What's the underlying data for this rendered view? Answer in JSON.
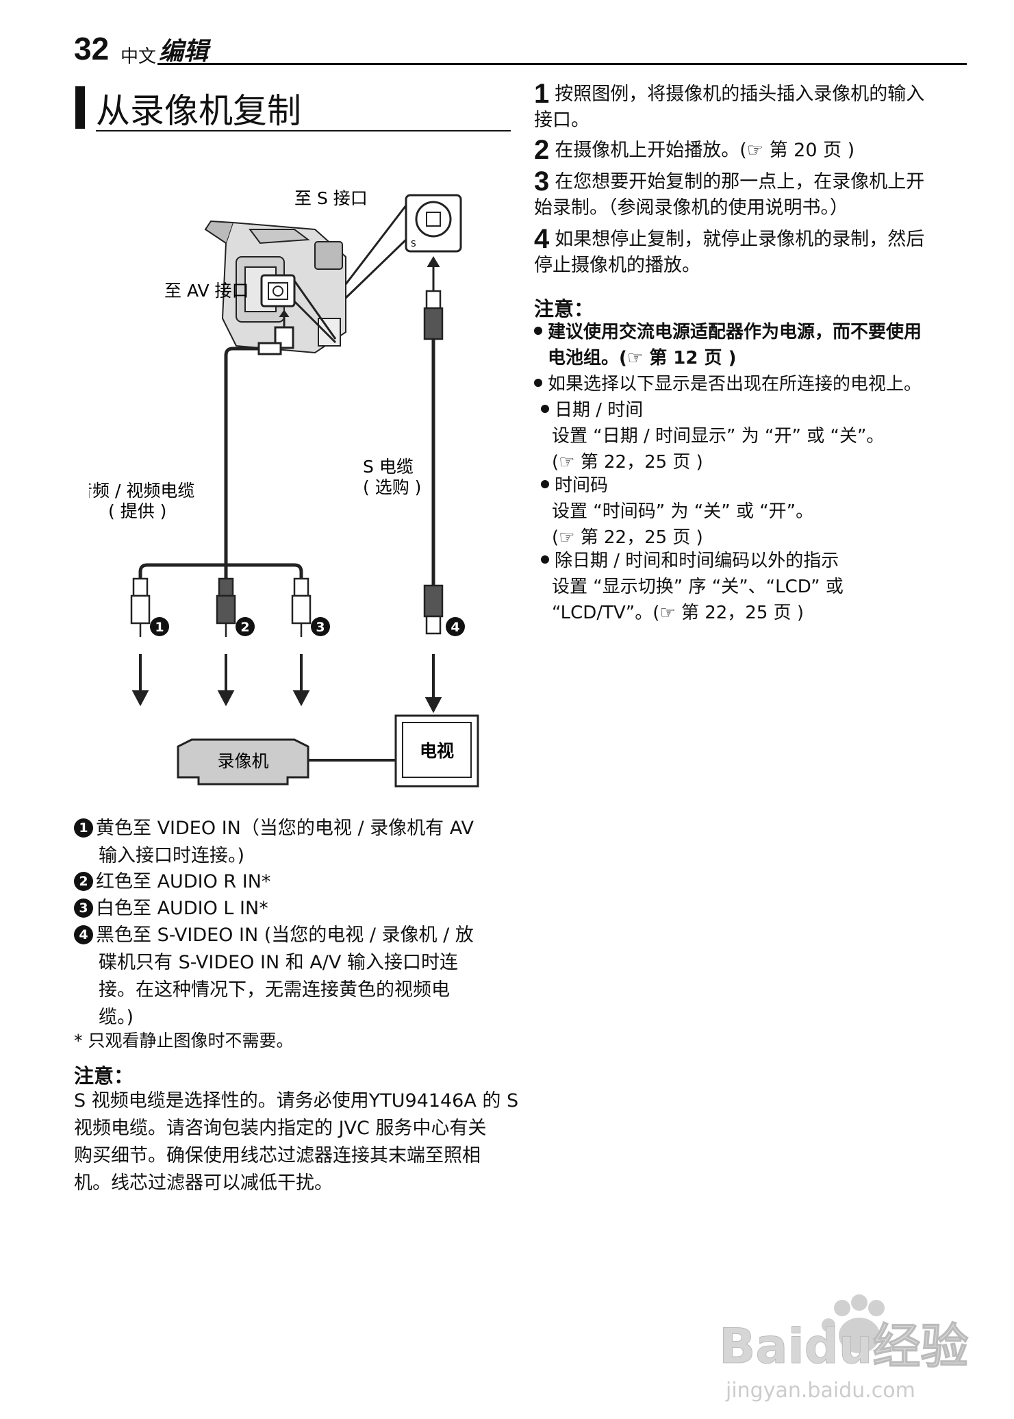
{
  "header": {
    "page_number": "32",
    "language": "中文",
    "section": "编辑"
  },
  "title": "从录像机复制",
  "diagram": {
    "label_s_port": "至 S 接口",
    "label_av_port": "至 AV 接口",
    "label_av_cable": "音频 / 视频电缆",
    "label_av_cable_note": "( 提供 )",
    "label_s_cable": "S 电缆",
    "label_s_cable_note": "( 选购 )",
    "label_vcr": "录像机",
    "label_tv": "电视",
    "port_s_letter": "S",
    "markers": [
      "1",
      "2",
      "3",
      "4"
    ]
  },
  "legend": [
    {
      "num": "1",
      "text": "黄色至 VIDEO IN（当您的电视 / 录像机有 AV",
      "cont": "输入接口时连接。)"
    },
    {
      "num": "2",
      "text": "红色至 AUDIO R IN*"
    },
    {
      "num": "3",
      "text": "白色至 AUDIO L IN*"
    },
    {
      "num": "4",
      "text": "黑色至 S-VIDEO IN (当您的电视 / 录像机 / 放",
      "cont": "碟机只有 S-VIDEO IN 和 A/V 输入接口时连",
      "cont2": "接。在这种情况下，无需连接黄色的视频电",
      "cont3": "缆。)"
    }
  ],
  "footnote": "*   只观看静止图像时不需要。",
  "note_left": {
    "heading": "注意：",
    "lines": [
      "S 视频电缆是选择性的。请务必使用YTU94146A 的 S",
      "视频电缆。请咨询包装内指定的 JVC 服务中心有关",
      "购买细节。确保使用线芯过滤器连接其末端至照相",
      "机。线芯过滤器可以减低干扰。"
    ]
  },
  "steps": [
    {
      "n": "1",
      "text": "按照图例，将摄像机的插头插入录像机的输入",
      "cont": "接口。"
    },
    {
      "n": "2",
      "text": "在摄像机上开始播放。(☞ 第 20 页 )"
    },
    {
      "n": "3",
      "text": "在您想要开始复制的那一点上，在录像机上开",
      "cont": "始录制。（参阅录像机的使用说明书。）"
    },
    {
      "n": "4",
      "text": "如果想停止复制，就停止录像机的录制，然后",
      "cont": "停止摄像机的播放。"
    }
  ],
  "note_right": {
    "heading": "注意：",
    "b1": "建议使用交流电源适配器作为电源，而不要使用",
    "b1_cont": "电池组。(☞ 第 12 页 )",
    "b2": "如果选择以下显示是否出现在所连接的电视上。",
    "s1": "日期 / 时间",
    "s1_l1": "设置 “日期 / 时间显示” 为 “开” 或 “关”。",
    "s1_l2": "(☞ 第 22，25 页 )",
    "s2": "时间码",
    "s2_l1": "设置 “时间码” 为 “关” 或 “开”。",
    "s2_l2": "(☞ 第 22，25 页 )",
    "s3": "除日期 / 时间和时间编码以外的指示",
    "s3_l1": "设置 “显示切换” 序 “关”、“LCD” 或",
    "s3_l2": "“LCD/TV”。(☞ 第 22，25 页 )"
  },
  "watermark": {
    "brand": "Baidu经验",
    "url": "jingyan.baidu.com"
  }
}
